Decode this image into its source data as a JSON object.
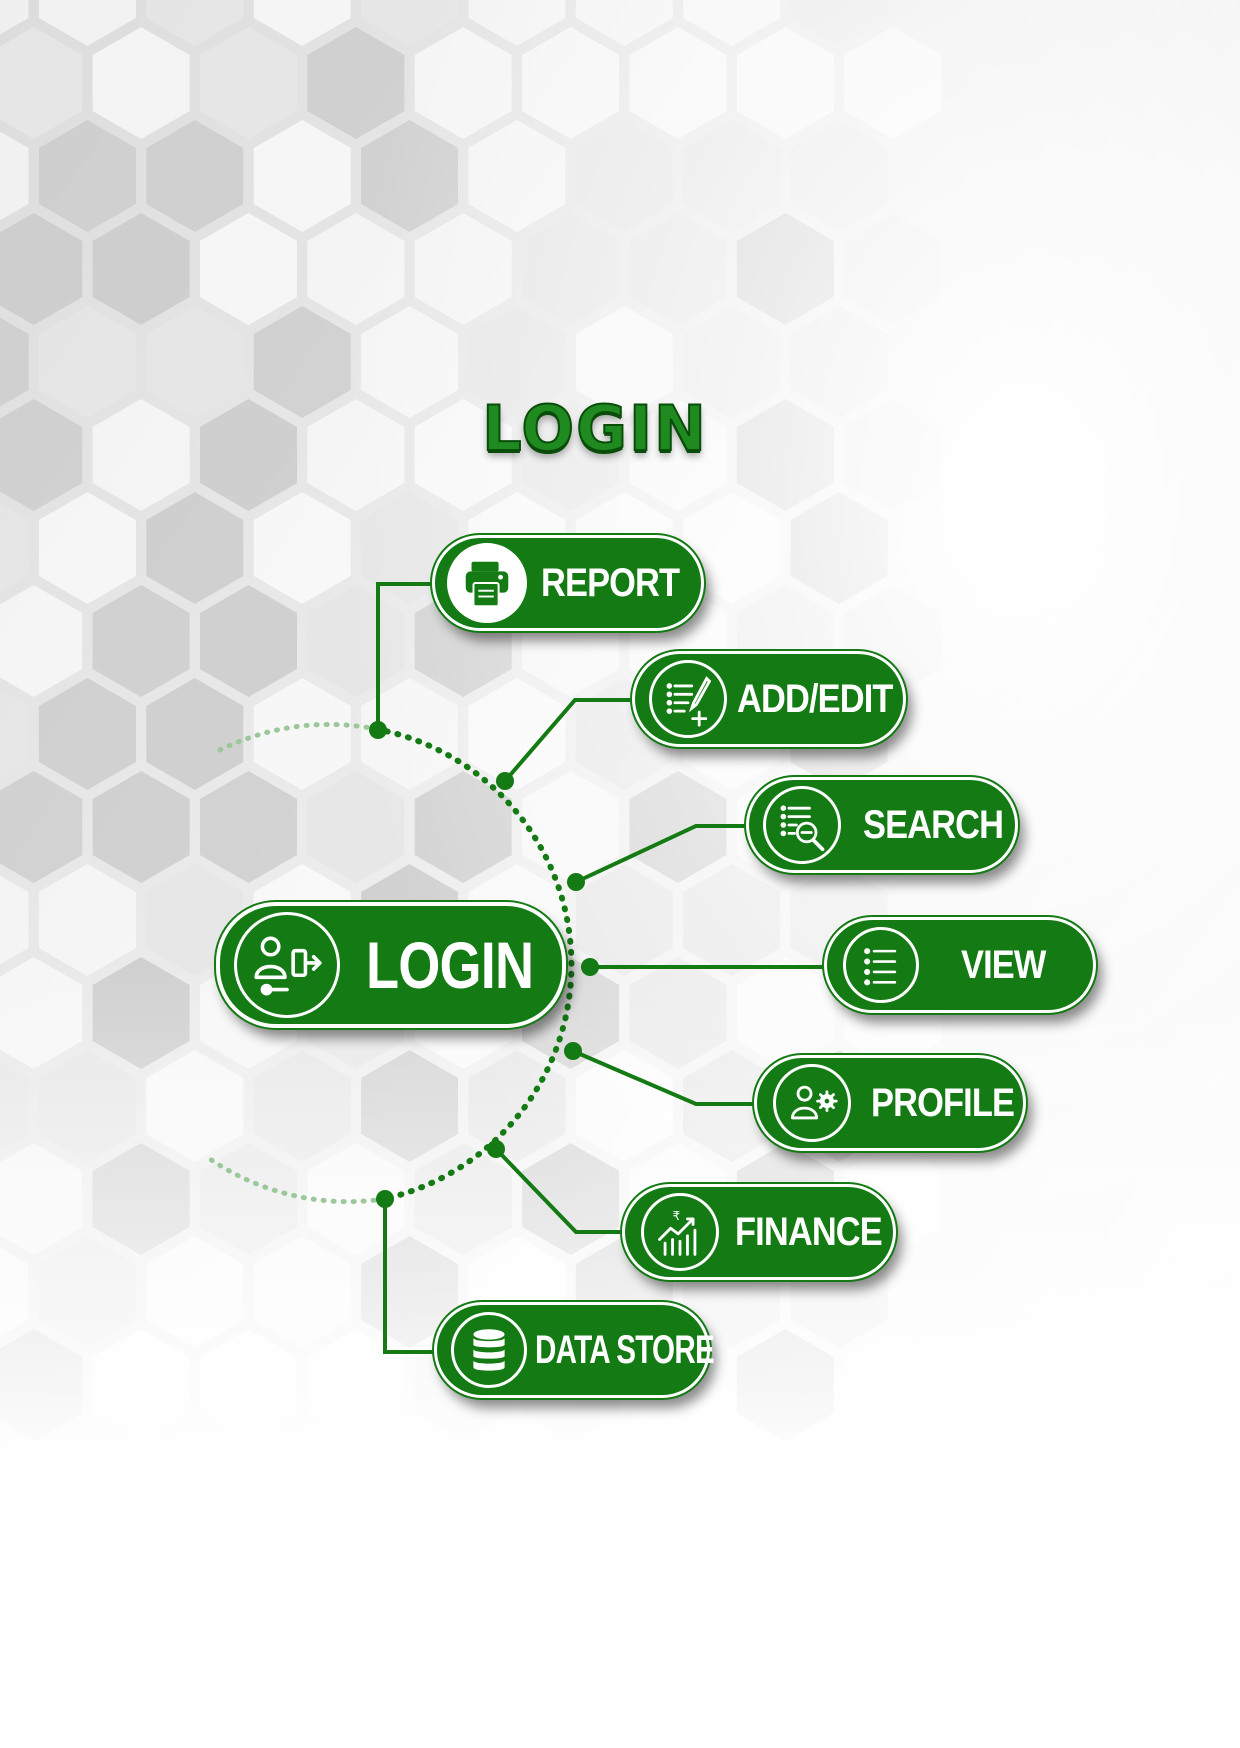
{
  "title": "LOGIN",
  "colors": {
    "primary": "#147a14",
    "title": "#1f8a1f",
    "outline": "#ffffff"
  },
  "center": {
    "label": "LOGIN",
    "icon": "user-login-icon"
  },
  "items": [
    {
      "label": "REPORT",
      "icon": "printer-icon"
    },
    {
      "label": "ADD/EDIT",
      "icon": "list-edit-add-icon"
    },
    {
      "label": "SEARCH",
      "icon": "list-search-icon"
    },
    {
      "label": "VIEW",
      "icon": "list-view-icon"
    },
    {
      "label": "PROFILE",
      "icon": "user-settings-icon"
    },
    {
      "label": "FINANCE",
      "icon": "rupee-chart-icon"
    },
    {
      "label": "DATA STORE",
      "icon": "database-icon"
    }
  ]
}
